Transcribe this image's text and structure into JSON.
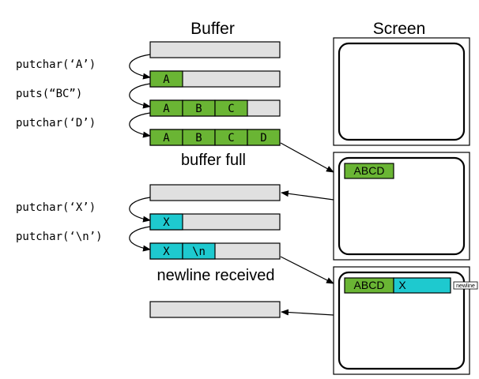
{
  "headers": {
    "buffer": "Buffer",
    "screen": "Screen"
  },
  "calls": [
    "putchar(‘A’)",
    "puts(“BC”)",
    "putchar(‘D’)",
    "putchar(‘X’)",
    "putchar(‘\\n’)"
  ],
  "captions": {
    "buffer_full": "buffer full",
    "newline_received": "newline received"
  },
  "colors": {
    "green": "#6ab534",
    "cyan": "#1ec9cf",
    "buffer_empty": "#e0e0e0"
  },
  "buffers": [
    {
      "cells": []
    },
    {
      "cells": [
        {
          "text": "A",
          "color": "green"
        }
      ]
    },
    {
      "cells": [
        {
          "text": "A",
          "color": "green"
        },
        {
          "text": "B",
          "color": "green"
        },
        {
          "text": "C",
          "color": "green"
        }
      ]
    },
    {
      "cells": [
        {
          "text": "A",
          "color": "green"
        },
        {
          "text": "B",
          "color": "green"
        },
        {
          "text": "C",
          "color": "green"
        },
        {
          "text": "D",
          "color": "green"
        }
      ]
    },
    {
      "cells": []
    },
    {
      "cells": [
        {
          "text": "X",
          "color": "cyan"
        }
      ]
    },
    {
      "cells": [
        {
          "text": "X",
          "color": "cyan"
        },
        {
          "text": "\\n",
          "color": "cyan"
        }
      ]
    },
    {
      "cells": []
    }
  ],
  "screens": [
    {
      "output": []
    },
    {
      "output": [
        {
          "text": "ABCD",
          "color": "green"
        }
      ]
    },
    {
      "output": [
        {
          "text": "ABCD",
          "color": "green"
        },
        {
          "text": "X",
          "color": "cyan"
        },
        {
          "text": "newline",
          "color": "white"
        }
      ]
    }
  ]
}
